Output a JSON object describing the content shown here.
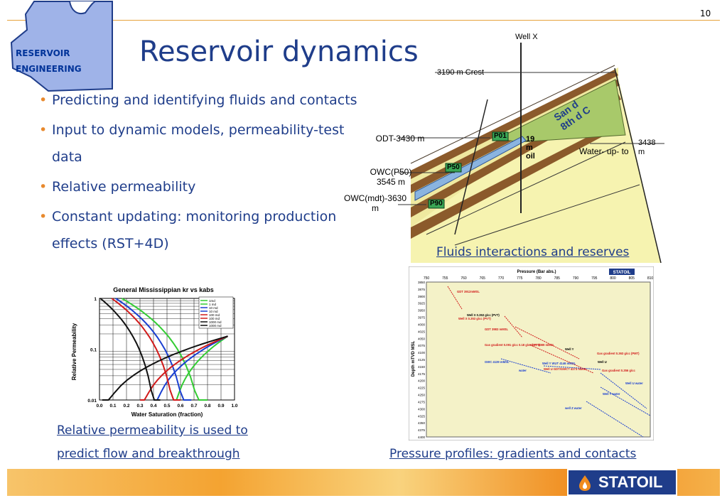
{
  "page": {
    "slide_number": "10",
    "badge_line1": "RESERVOIR",
    "badge_line2": "ENGINEERING",
    "title": "Reservoir dynamics",
    "bullets": [
      "Predicting and identifying fluids and contacts",
      "Input to dynamic models, permeability-test data",
      "Relative permeability",
      "Constant updating: monitoring production effects (RST+4D)"
    ]
  },
  "cross_section": {
    "well_label": "Well X",
    "crest_label": "3190 m Crest",
    "odt_label": "ODT-3430 m",
    "owc_p50_label": "OWC(P50) 3545 m",
    "owc_mdt_label": "OWC(mdt)-3630 m",
    "p01": "P01",
    "p50": "P50",
    "p90": "P90",
    "oil_label_a": "19",
    "oil_label_b": "m",
    "oil_label_c": "oil",
    "sand_label": "San d 8th d C",
    "water_up_label": "Water- up- to",
    "depth_right_label": "3438 m",
    "caption": "Fluids interactions and reserves"
  },
  "relperm_chart": {
    "title": "General Mississippian kr vs kabs",
    "ylabel": "Relative Permeability",
    "xlabel": "Water Saturation (fraction)",
    "x_ticks": [
      "0.0",
      "0.1",
      "0.2",
      "0.3",
      "0.4",
      "0.5",
      "0.6",
      "0.7",
      "0.8",
      "0.9",
      "1.0"
    ],
    "y_ticks": [
      "1",
      "0.1",
      "0.01"
    ],
    "legend": [
      "1md",
      "1 md",
      "10 md",
      "10 md",
      "100 md",
      "100 md",
      "1000 md",
      "1000 md"
    ],
    "caption_line1": "Relative permeability is used to",
    "caption_line2": "predict flow and breakthrough"
  },
  "pressure_chart": {
    "title": "Pressure (Bar abs.)",
    "ylabel": "Depth mTVD MSL",
    "x_ticks": [
      "750",
      "755",
      "760",
      "765",
      "770",
      "775",
      "780",
      "785",
      "790",
      "795",
      "800",
      "805",
      "810"
    ],
    "y_ticks": [
      "3850",
      "3875",
      "3900",
      "3925",
      "3950",
      "3975",
      "4000",
      "4025",
      "4050",
      "4075",
      "4100",
      "4125",
      "4150",
      "4175",
      "4200",
      "4225",
      "4250",
      "4275",
      "4300",
      "4325",
      "4350",
      "4375",
      "4400"
    ],
    "annotations": [
      "GDT 3912mMSL",
      "Well X 0.353 g/cc (PVT)",
      "Well X 0.353 g/cc (PVT)",
      "GDT 3983 mMSL",
      "GDT 4089 mMSL",
      "Gas gradient 0.091 g/cc 0.18 g/cc (PVT)",
      "Well Y",
      "Gas gradient 0.363 g/cc (PMT)",
      "GWC 4139 mMSL",
      "Well Y WUT 4146 mMSL",
      "Well U",
      "Well U GDT/GWC? 4173 mMSL",
      "water",
      "Gas gradient 0.356 g/cc",
      "Well U water",
      "Well Y water",
      "well Z water"
    ],
    "logo": "STATOIL",
    "caption": "Pressure profiles: gradients and contacts"
  },
  "footer": {
    "brand": "STATOIL"
  }
}
